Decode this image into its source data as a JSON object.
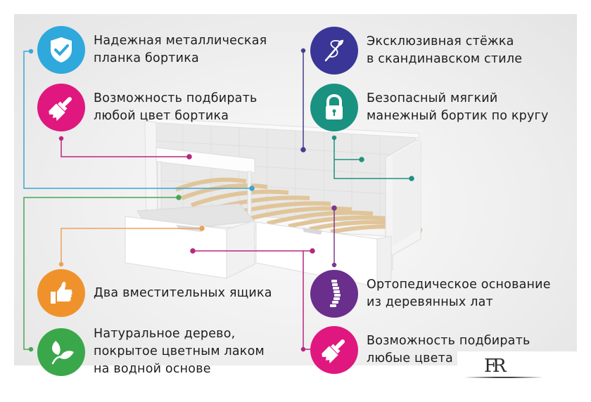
{
  "features": [
    {
      "id": "metal-bar",
      "icon": "shield-check-icon",
      "color": "#2fa8dc",
      "line_color": "#3aa5d4",
      "lines": [
        "Надежная металлическая",
        "планка бортика"
      ]
    },
    {
      "id": "side-color",
      "icon": "paint-brush-icon",
      "color": "#e0177f",
      "line_color": "#b8277d",
      "lines": [
        "Возможность подбирать",
        "любой цвет бортика"
      ]
    },
    {
      "id": "stitching",
      "icon": "needle-thread-icon",
      "color": "#3a3697",
      "line_color": "#433e8c",
      "lines": [
        "Эксклюзивная стёжка",
        "в скандинавском стиле"
      ]
    },
    {
      "id": "soft-side",
      "icon": "padlock-icon",
      "color": "#1a9281",
      "line_color": "#21907f",
      "lines": [
        "Безопасный мягкий",
        "манежный бортик по кругу"
      ]
    },
    {
      "id": "drawers",
      "icon": "thumbs-up-icon",
      "color": "#f0922b",
      "line_color": "#eba25a",
      "lines": [
        "Два вместительных ящика"
      ]
    },
    {
      "id": "natural-wood",
      "icon": "leaf-icon",
      "color": "#3aa84a",
      "line_color": "#4aa558",
      "lines": [
        "Натуральное дерево,",
        "покрытое цветным лаком",
        "на водной основе"
      ]
    },
    {
      "id": "orthopedic",
      "icon": "spine-icon",
      "color": "#6a2e8c",
      "line_color": "#7a3a8a",
      "lines": [
        "Ортопедическое основание",
        "из деревянных лат"
      ]
    },
    {
      "id": "any-color",
      "icon": "paint-brush-icon",
      "color": "#e0177f",
      "line_color": "#b8277d",
      "lines": [
        "Возможность подбирать",
        "любые цвета"
      ]
    }
  ],
  "logo": {
    "text": "FR"
  }
}
